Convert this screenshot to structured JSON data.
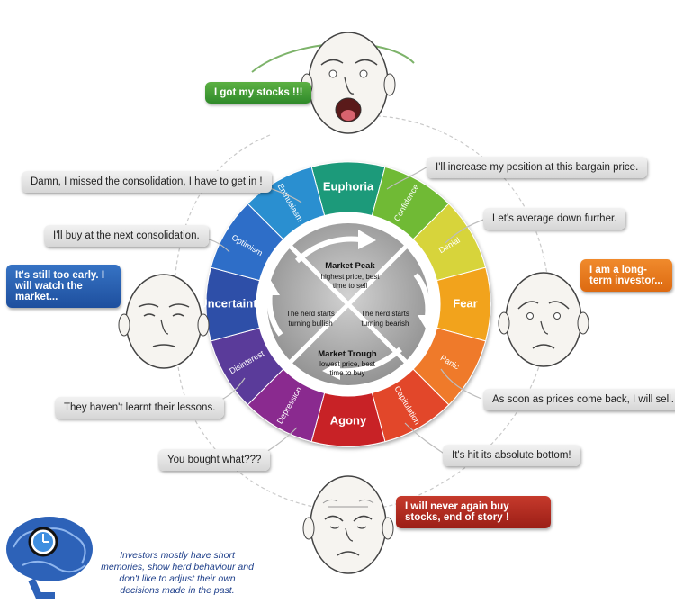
{
  "cycle": {
    "segments": [
      {
        "label": "Euphoria",
        "color": "#1f9a7a",
        "major": true
      },
      {
        "label": "Confidence",
        "color": "#6fba35",
        "major": false
      },
      {
        "label": "Denial",
        "color": "#d7d43a",
        "major": false
      },
      {
        "label": "Fear",
        "color": "#f2a31c",
        "major": true
      },
      {
        "label": "Panic",
        "color": "#ef7a2c",
        "major": false
      },
      {
        "label": "Capitulation",
        "color": "#e2472a",
        "major": false
      },
      {
        "label": "Agony",
        "color": "#c82128",
        "major": true
      },
      {
        "label": "Depression",
        "color": "#8a2a8f",
        "major": false
      },
      {
        "label": "Disinterest",
        "color": "#5a3a9a",
        "major": false
      },
      {
        "label": "Uncertainty",
        "color": "#2f4fa8",
        "major": true
      },
      {
        "label": "Optimism",
        "color": "#2f6ec8",
        "major": false
      },
      {
        "label": "Enthusiasm",
        "color": "#2a8fd0",
        "major": false
      }
    ],
    "center": {
      "peak_title": "Market Peak",
      "peak_sub1": "highest price, best",
      "peak_sub2": "time to sell",
      "trough_title": "Market Trough",
      "trough_sub1": "lowest price, best",
      "trough_sub2": "time to buy",
      "bearish1": "The herd starts",
      "bearish2": "turning bearish",
      "bullish1": "The herd starts",
      "bullish2": "turning bullish"
    }
  },
  "bubbles": {
    "stocks": "I got my stocks !!!",
    "missed": "Damn, I missed the consolidation, I have to get in !",
    "next_consolidation": "I'll buy at the next consolidation.",
    "too_early": "It's still too early. I will watch the market...",
    "increase": "I'll increase my position at this bargain price.",
    "average_down": "Let's average down further.",
    "long_term": "I am a long-term investor...",
    "sell": "As soon as prices come back, I will sell.",
    "bottom": "It's hit its absolute bottom!",
    "lessons": "They haven't learnt their lessons.",
    "bought_what": "You bought what???",
    "never_again": "I will never again buy stocks, end of story !"
  },
  "footnote": "Investors mostly have short memories, show herd behaviour and don't like to adjust their own decisions made in the past.",
  "colors": {
    "bubble_grey": "#dcdcdc",
    "bubble_green": "#3f9a33",
    "bubble_blue": "#2760b3",
    "bubble_orange": "#e8781f",
    "bubble_red": "#b02a20",
    "center_grey": "#a9a9a9"
  },
  "icons": [
    "face-icon",
    "brain-icon",
    "clock-icon"
  ]
}
